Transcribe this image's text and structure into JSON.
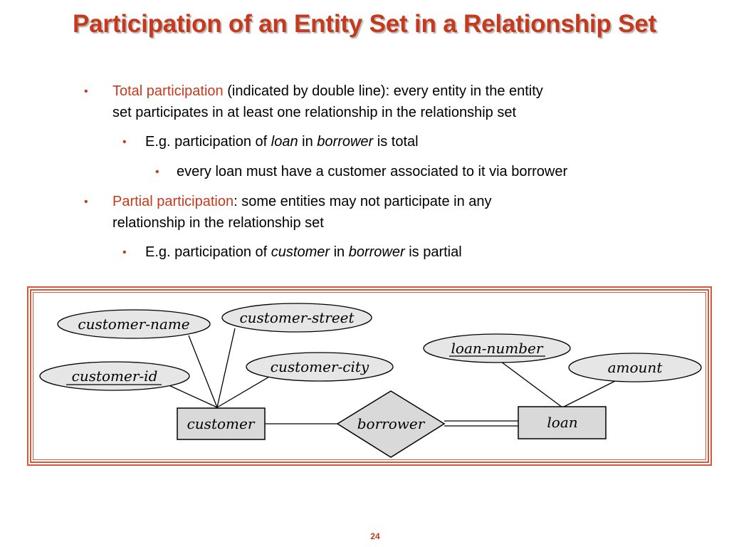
{
  "slide": {
    "title": "Participation of an Entity Set in a Relationship Set",
    "page_number": "24"
  },
  "bullets": {
    "b1": {
      "highlight": "Total participation",
      "rest_line1": " (indicated by double line):  every entity in the entity",
      "line2": "set participates in at least one relationship in the relationship set"
    },
    "b1a": {
      "t1": "E.g. participation of ",
      "i1": "loan",
      "t2": " in ",
      "i2": "borrower",
      "t3": " is total"
    },
    "b1a1": {
      "text": "every loan must have a customer associated to it via borrower"
    },
    "b2": {
      "highlight": "Partial participation",
      "rest_line1": ":  some entities may not participate in any",
      "line2": "relationship in the relationship set"
    },
    "b2a": {
      "t1": "E.g. participation of ",
      "i1": "customer",
      "t2": " in ",
      "i2": "borrower",
      "t3": " is partial"
    }
  },
  "diagram": {
    "entities": {
      "customer": "customer",
      "loan": "loan"
    },
    "relationship": "borrower",
    "attributes": {
      "customer_name": "customer-name",
      "customer_street": "customer-street",
      "customer_id": "customer-id",
      "customer_city": "customer-city",
      "loan_number": "loan-number",
      "amount": "amount"
    },
    "key_attributes": [
      "customer-id",
      "loan-number"
    ],
    "participation": {
      "customer": "partial",
      "loan": "total"
    }
  },
  "colors": {
    "accent": "#c6391c",
    "frame": "#d25a3a",
    "shape_fill": "#d9d9d9",
    "ellipse_fill": "#e6e6e6"
  }
}
